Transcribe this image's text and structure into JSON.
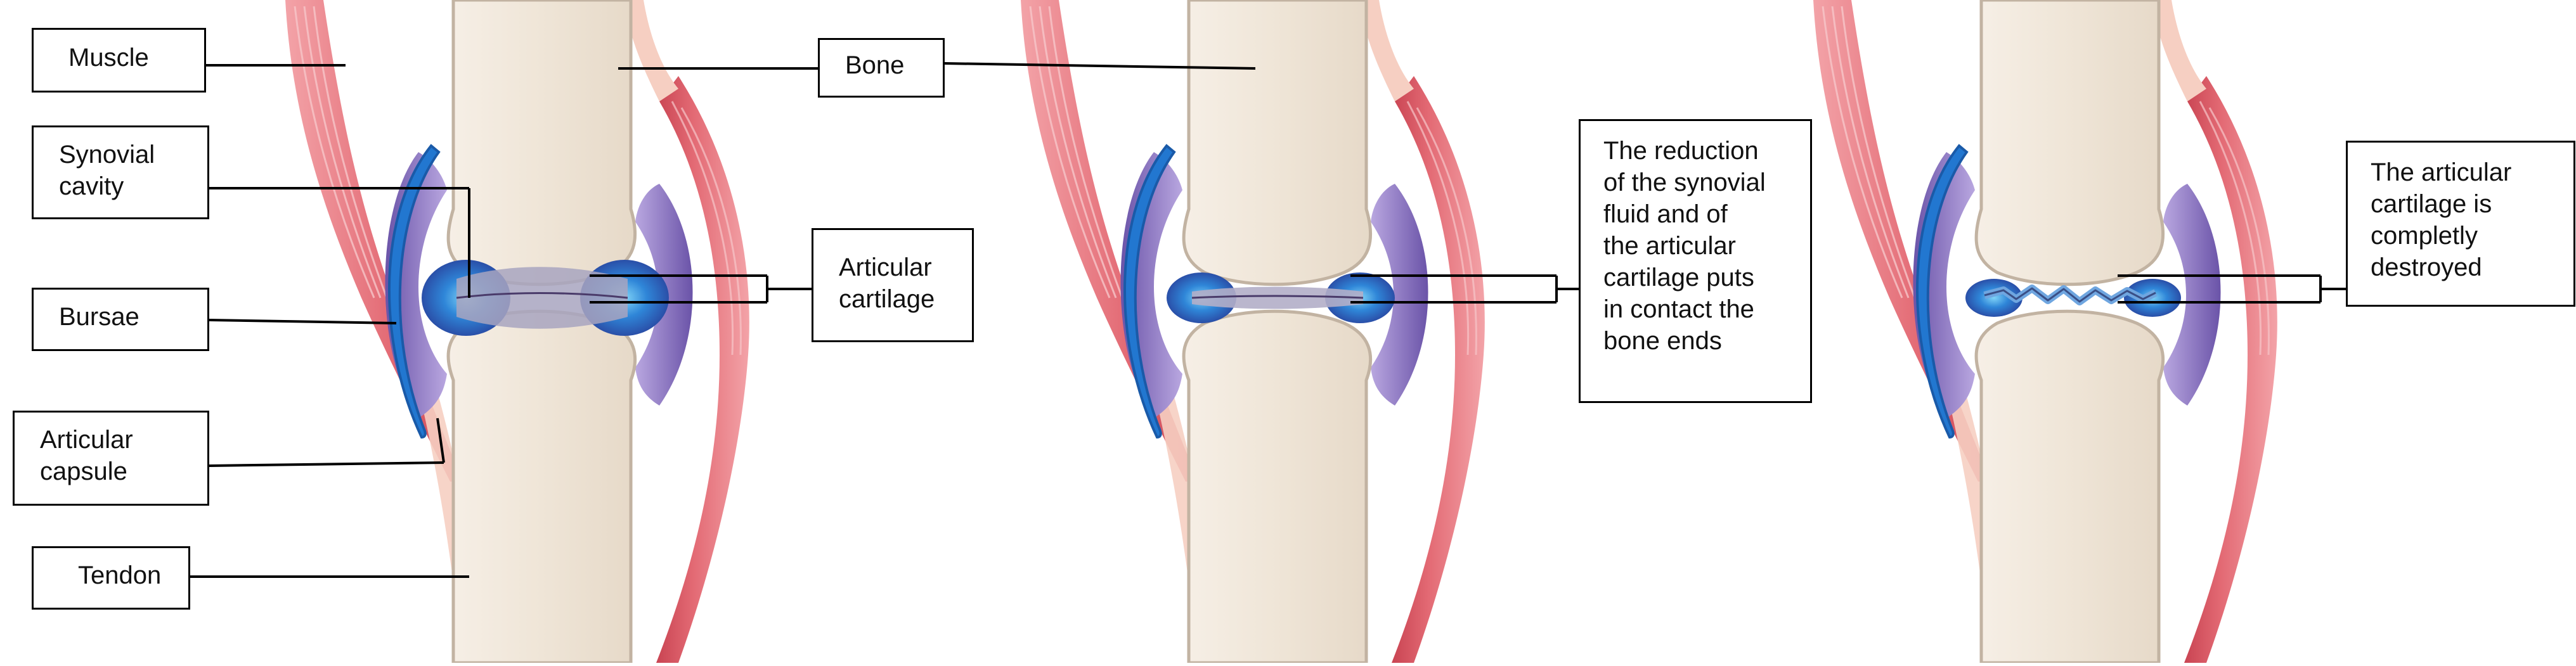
{
  "figure": {
    "panels": [
      {
        "id": "healthy",
        "state": "intact cartilage and synovial fluid"
      },
      {
        "id": "reduced",
        "state": "thinned cartilage, reduced synovial fluid"
      },
      {
        "id": "destroyed",
        "state": "cartilage destroyed"
      }
    ],
    "labels": {
      "muscle": "Muscle",
      "synovial_cavity": "Synovial\ncavity",
      "bursae": "Bursae",
      "articular_capsule": "Articular\ncapsule",
      "tendon": "Tendon",
      "bone": "Bone",
      "articular_cartilage": "Articular\ncartilage",
      "reduction_note": "The reduction\nof the synovial\nfluid and of\nthe articular\ncartilage puts\nin contact the\nbone ends",
      "destroyed_note": "The articular\ncartilage is\ncompletly\ndestroyed"
    },
    "colors": {
      "bone": "#efe6da",
      "bone_outline": "#bfb1a2",
      "muscle": "#e8707a",
      "tendon": "#f4c3b5",
      "capsule": "#7d63b5",
      "synovial": "#1f6fc4",
      "bursa": "#2a7fd6",
      "cartilage": "#5a80c8"
    }
  }
}
